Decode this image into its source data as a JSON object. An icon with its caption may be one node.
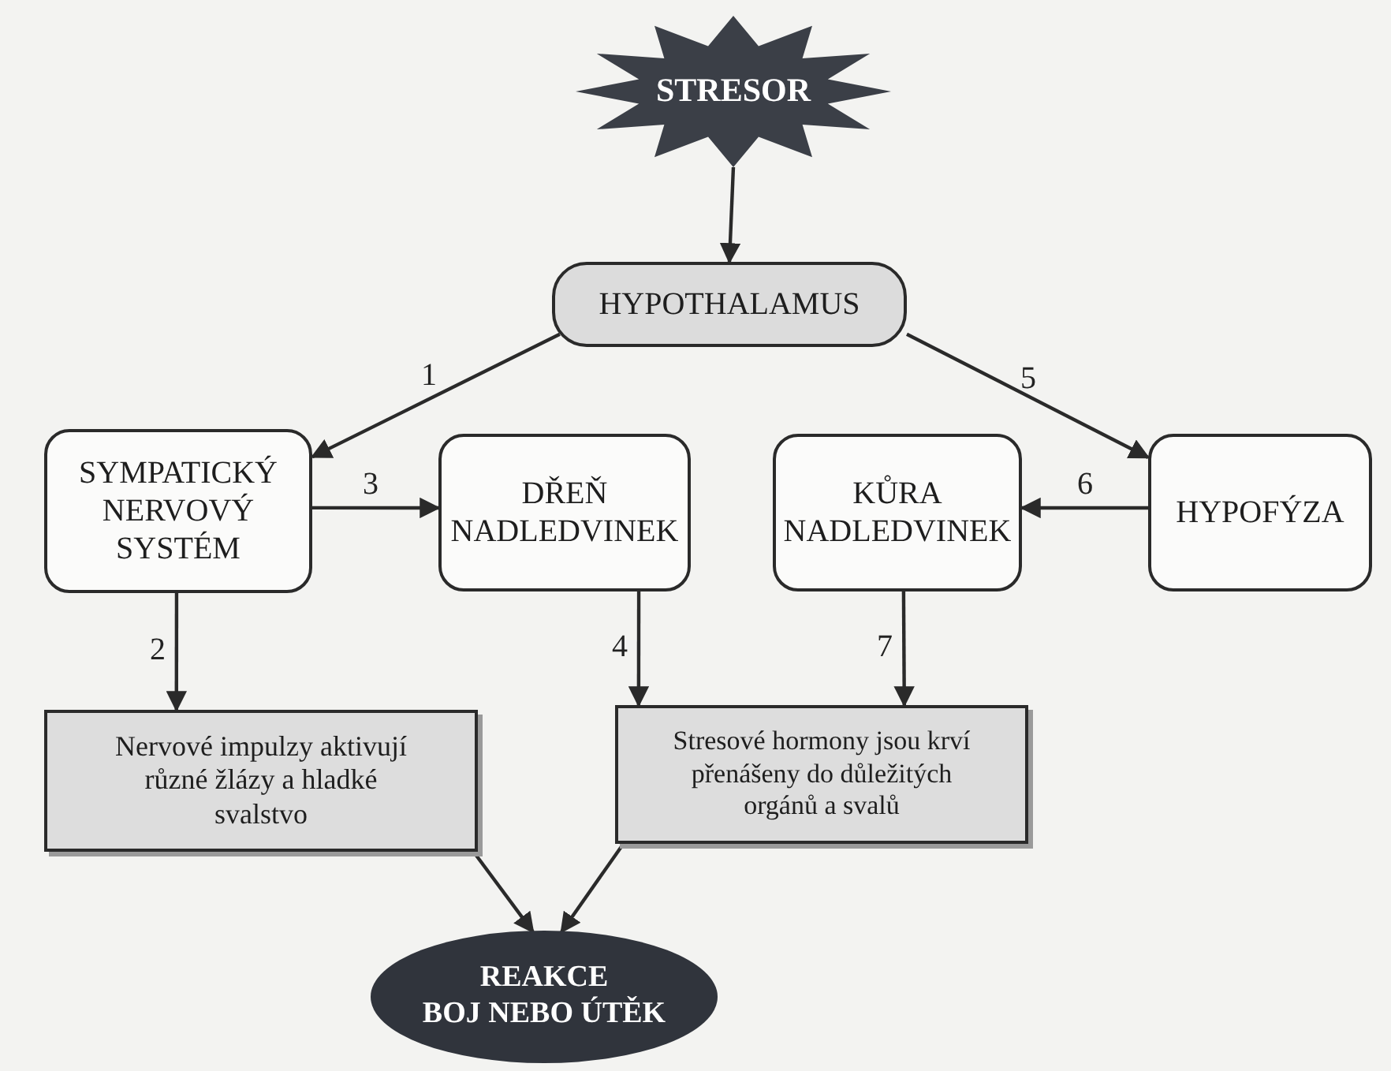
{
  "diagram": {
    "nodes": [
      {
        "text": [
          "STRESOR"
        ]
      },
      {
        "text": [
          "HYPOTHALAMUS"
        ]
      },
      {
        "text": [
          "SYMPATICKÝ NERVOVÝ SYSTÉM"
        ]
      },
      {
        "text": [
          "DŘEŇ NADLEDVINEK"
        ]
      },
      {
        "text": [
          "KŮRA NADLEDVINEK"
        ]
      },
      {
        "text": [
          "HYPOFÝZA"
        ]
      },
      {
        "text": [
          "Nervové impulzy aktivují různé žlázy a hladké svalstvo"
        ]
      },
      {
        "text": [
          "Stresové hormony jsou krví přenášeny do důležitých orgánů a svalů"
        ]
      },
      {
        "text": [
          "REAKCE",
          "BOJ NEBO ÚTĚK"
        ]
      }
    ],
    "edges": [
      {
        "from": 0,
        "to": 1,
        "arrow": "to"
      },
      {
        "from": 1,
        "to": 2,
        "arrow": "to",
        "label": "1"
      },
      {
        "from": 2,
        "to": 6,
        "arrow": "to",
        "label": "2"
      },
      {
        "from": 2,
        "to": 3,
        "arrow": "to",
        "label": "3"
      },
      {
        "from": 3,
        "to": 7,
        "arrow": "to",
        "label": "4"
      },
      {
        "from": 1,
        "to": 5,
        "arrow": "to",
        "label": "5"
      },
      {
        "from": 5,
        "to": 4,
        "arrow": "to",
        "label": "6"
      },
      {
        "from": 4,
        "to": 7,
        "arrow": "to",
        "label": "7"
      },
      {
        "from": 6,
        "to": 8,
        "arrow": "to"
      },
      {
        "from": 7,
        "to": 8,
        "arrow": "to"
      }
    ]
  }
}
